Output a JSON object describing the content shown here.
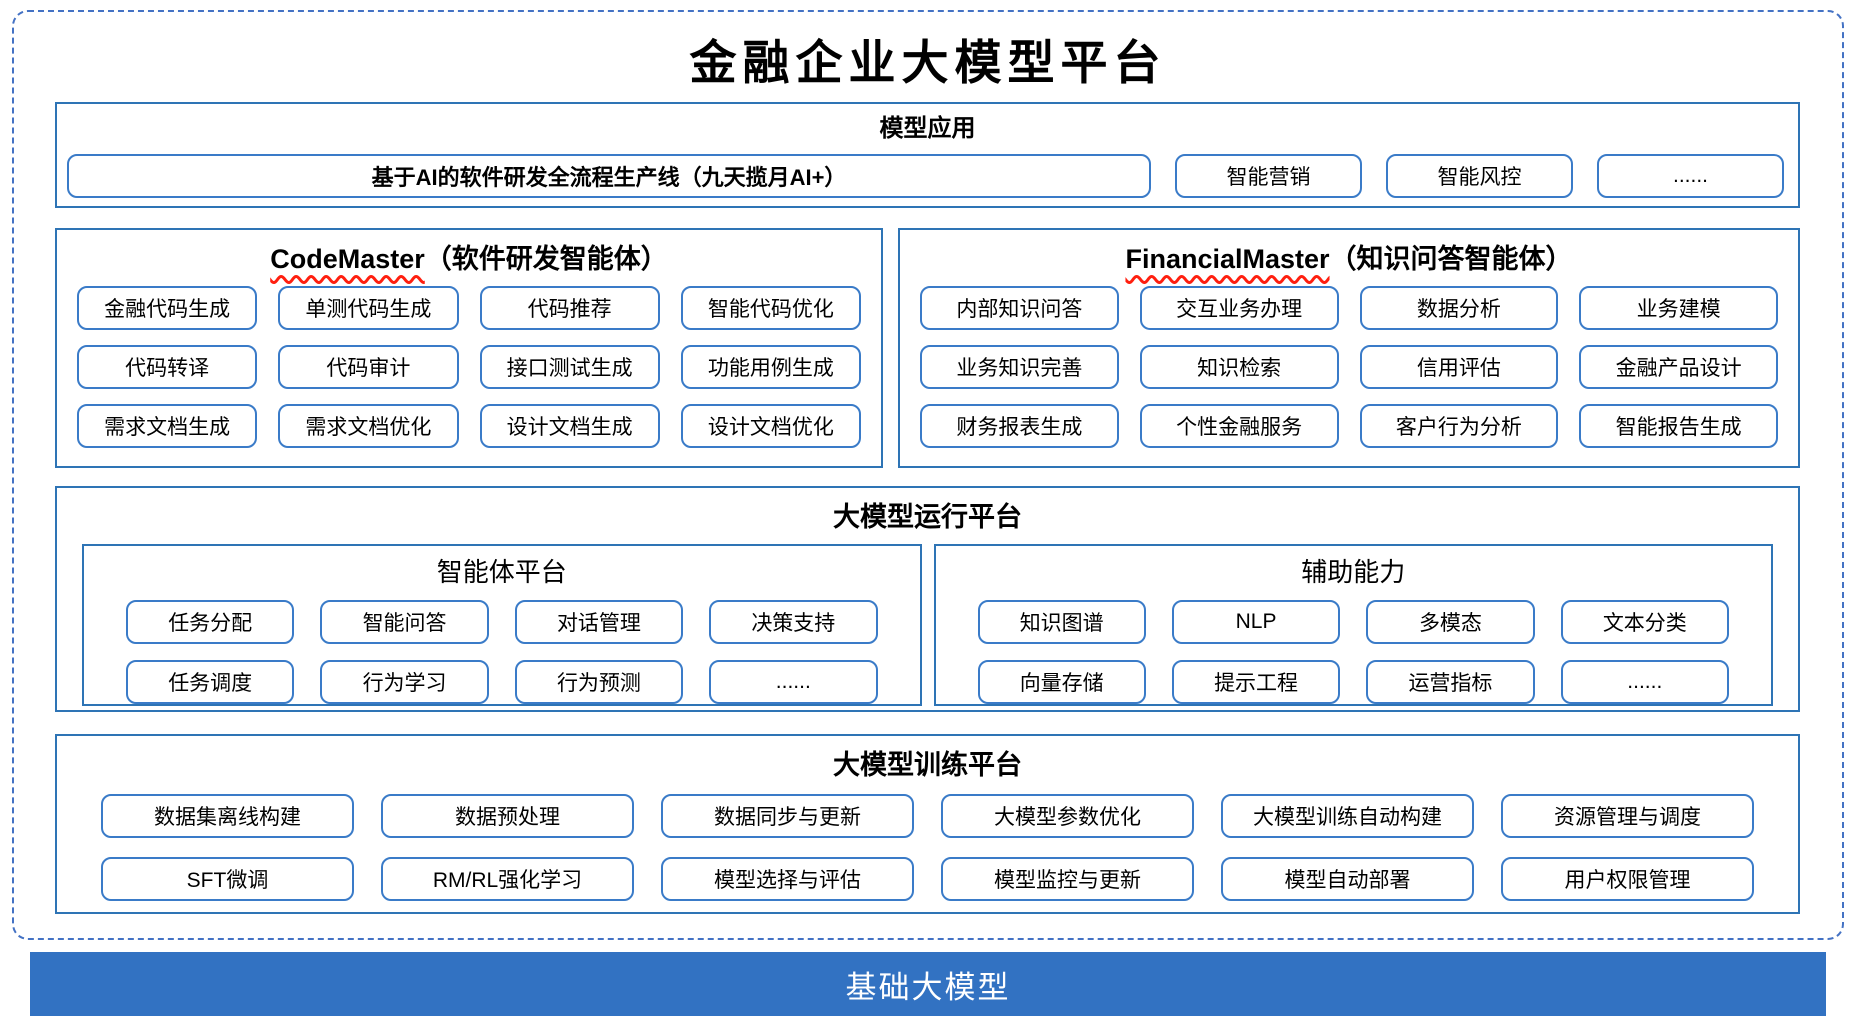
{
  "title": "金融企业大模型平台",
  "colors": {
    "section_border": "#2E74B5",
    "item_border": "#3A7BC8",
    "outer_dashed": "#4472C4",
    "squiggle_red": "#FF1F0F",
    "bar_background": "#3272C2",
    "bar_text": "#FFFFFF"
  },
  "model_app": {
    "header": "模型应用",
    "main_item": "基于AI的软件研发全流程生产线（九天揽月AI+）",
    "items": [
      "智能营销",
      "智能风控",
      "......"
    ]
  },
  "code_master": {
    "header_en": "CodeMaster",
    "header_zh": "（软件研发智能体）",
    "items": [
      "金融代码生成",
      "单测代码生成",
      "代码推荐",
      "智能代码优化",
      "代码转译",
      "代码审计",
      "接口测试生成",
      "功能用例生成",
      "需求文档生成",
      "需求文档优化",
      "设计文档生成",
      "设计文档优化"
    ]
  },
  "financial_master": {
    "header_en": "FinancialMaster",
    "header_zh": "（知识问答智能体）",
    "items": [
      "内部知识问答",
      "交互业务办理",
      "数据分析",
      "业务建模",
      "业务知识完善",
      "知识检索",
      "信用评估",
      "金融产品设计",
      "财务报表生成",
      "个性金融服务",
      "客户行为分析",
      "智能报告生成"
    ]
  },
  "runtime_platform": {
    "header": "大模型运行平台",
    "agent_platform": {
      "header": "智能体平台",
      "items": [
        "任务分配",
        "智能问答",
        "对话管理",
        "决策支持",
        "任务调度",
        "行为学习",
        "行为预测",
        "......"
      ]
    },
    "auxiliary": {
      "header": "辅助能力",
      "items": [
        "知识图谱",
        "NLP",
        "多模态",
        "文本分类",
        "向量存储",
        "提示工程",
        "运营指标",
        "......"
      ]
    }
  },
  "training_platform": {
    "header": "大模型训练平台",
    "items": [
      "数据集离线构建",
      "数据预处理",
      "数据同步与更新",
      "大模型参数优化",
      "大模型训练自动构建",
      "资源管理与调度",
      "SFT微调",
      "RM/RL强化学习",
      "模型选择与评估",
      "模型监控与更新",
      "模型自动部署",
      "用户权限管理"
    ]
  },
  "foundation_bar": "基础大模型"
}
